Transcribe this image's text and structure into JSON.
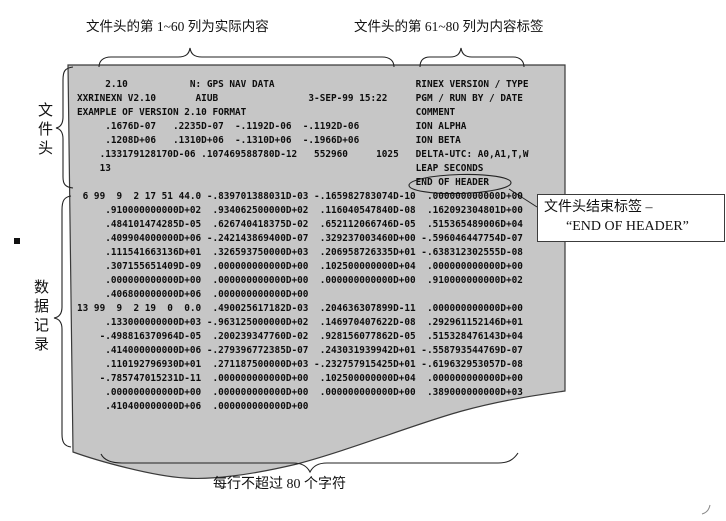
{
  "annotations": {
    "top_left_label": "文件头的第 1~60 列为实际内容",
    "top_right_label": "文件头的第 61~80 列为内容标签",
    "header_side_label": "文件头",
    "data_side_label": "数据记录",
    "bottom_label": "每行不超过 80 个字符"
  },
  "callout": {
    "line1": "文件头结束标签 –",
    "line2": "“END OF HEADER”"
  },
  "file_text": {
    "header_lines": [
      "     2.10           N: GPS NAV DATA                         RINEX VERSION / TYPE",
      "XXRINEXN V2.10       AIUB                3-SEP-99 15:22     PGM / RUN BY / DATE",
      "EXAMPLE OF VERSION 2.10 FORMAT                              COMMENT",
      "     .1676D-07   .2235D-07  -.1192D-06  -.1192D-06          ION ALPHA",
      "     .1208D+06   .1310D+06  -.1310D+06  -.1966D+06          ION BETA",
      "    .133179128170D-06 .107469588780D-12   552960     1025   DELTA-UTC: A0,A1,T,W",
      "    13                                                      LEAP SECONDS",
      "                                                            END OF HEADER"
    ],
    "data_lines": [
      " 6 99  9  2 17 51 44.0 -.839701388031D-03 -.165982783074D-10  .000000000000D+00",
      "     .910000000000D+02  .934062500000D+02  .116040547840D-08  .162092304801D+00",
      "     .484101474285D-05  .626740418375D-02  .652112066746D-05  .515365489006D+04",
      "     .409904000000D+06 -.242143869400D-07  .329237003460D+00 -.596046447754D-07",
      "     .111541663136D+01  .326593750000D+03  .206958726335D+01 -.638312302555D-08",
      "     .307155651409D-09  .000000000000D+00  .102500000000D+04  .000000000000D+00",
      "     .000000000000D+00  .000000000000D+00  .000000000000D+00  .910000000000D+02",
      "     .406800000000D+06  .000000000000D+00",
      "13 99  9  2 19  0  0.0  .490025617182D-03  .204636307899D-11  .000000000000D+00",
      "     .133000000000D+03 -.963125000000D+02  .146970407622D-08  .292961152146D+01",
      "    -.498816370964D-05  .200239347760D-02  .928156077862D-05  .515328476143D+04",
      "     .414000000000D+06 -.279396772385D-07  .243031939942D+01 -.558793544769D-07",
      "     .110192796930D+01  .271187500000D+03 -.232757915425D+01 -.619632953057D-08",
      "    -.785747015231D-11  .000000000000D+00  .102500000000D+04  .000000000000D+00",
      "     .000000000000D+00  .000000000000D+00  .000000000000D+00  .389000000000D+03",
      "     .410400000000D+06  .000000000000D+00"
    ]
  },
  "colors": {
    "paper_fill": "#c6c6c6",
    "ink": "#2e2e2e"
  }
}
